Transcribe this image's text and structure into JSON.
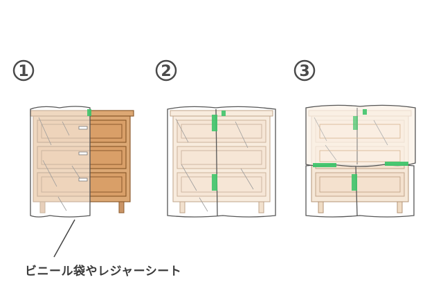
{
  "steps": [
    {
      "number": "1"
    },
    {
      "number": "2"
    },
    {
      "number": "3"
    }
  ],
  "caption": "ビニール袋やレジャーシート",
  "colors": {
    "wood": "#dca874",
    "wood_light": "#f2dcc4",
    "wood_edge": "#8b5a2b",
    "plastic": "#ffffff",
    "tape": "#3fc46a",
    "outline": "#555555"
  }
}
